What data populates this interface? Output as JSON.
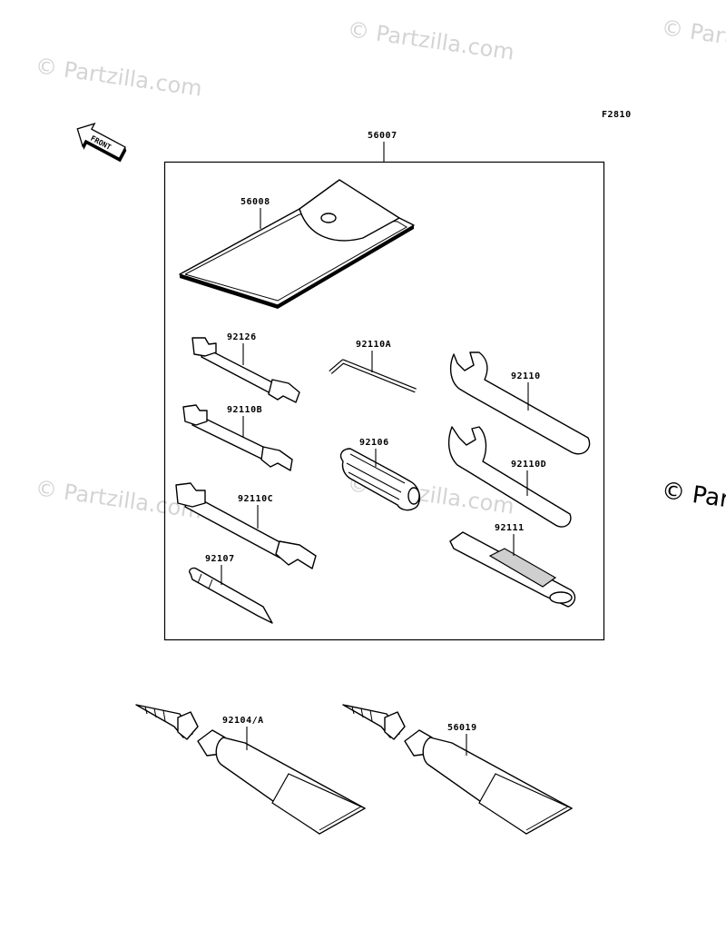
{
  "figure_code": "F2810",
  "front_arrow_text": "FRONT",
  "watermark_text": "© Partzilla.com",
  "watermark_edge_text": "© Part",
  "parts": {
    "p56007": "56007",
    "p56008": "56008",
    "p92126": "92126",
    "p92110A": "92110A",
    "p92110": "92110",
    "p92110B": "92110B",
    "p92106": "92106",
    "p92110D": "92110D",
    "p92110C": "92110C",
    "p92111": "92111",
    "p92107": "92107",
    "p92104A": "92104/A",
    "p56019": "56019"
  },
  "colors": {
    "line": "#000000",
    "watermark": "#d4d4d4",
    "background": "#ffffff"
  }
}
